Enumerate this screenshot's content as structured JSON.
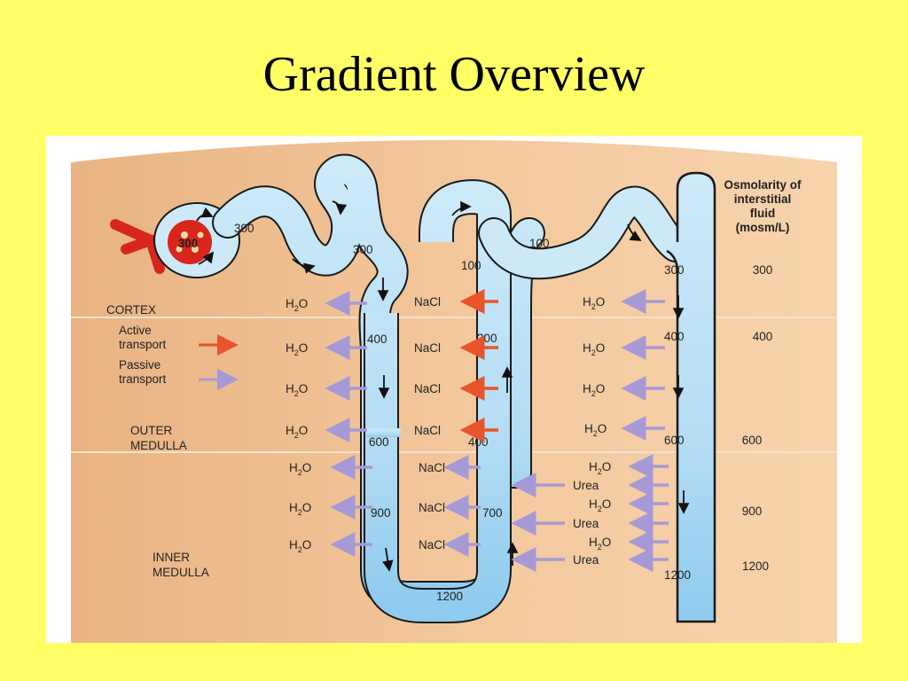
{
  "title": "Gradient Overview",
  "colors": {
    "background": "#ffff66",
    "tissue": "#eebb88",
    "tubule": "#b7def5",
    "active_arrow": "#e8542b",
    "passive_arrow": "#a69ad6",
    "vessel": "#d8261c"
  },
  "regions": {
    "cortex": "CORTEX",
    "outer_medulla": [
      "OUTER",
      "MEDULLA"
    ],
    "inner_medulla": [
      "INNER",
      "MEDULLA"
    ]
  },
  "legend": {
    "active": [
      "Active",
      "transport"
    ],
    "passive": [
      "Passive",
      "transport"
    ]
  },
  "osmolarity_header": [
    "Osmolarity of",
    "interstitial",
    "fluid",
    "(mosm/L)"
  ],
  "osmolarity_scale": [
    "300",
    "400",
    "600",
    "900",
    "1200"
  ],
  "tubule_values": {
    "glomerulus": "300",
    "proximal": "300",
    "proximal_lower": "300",
    "descending": [
      "400",
      "600",
      "900"
    ],
    "loop_bottom": "1200",
    "ascending": [
      "400",
      "200",
      "100",
      "700"
    ],
    "distal": "100",
    "collecting": [
      "300",
      "400",
      "600",
      "1200"
    ]
  },
  "solutes": {
    "water": "H",
    "water_sub": "2",
    "water_tail": "O",
    "salt": "NaCl",
    "urea": "Urea"
  }
}
